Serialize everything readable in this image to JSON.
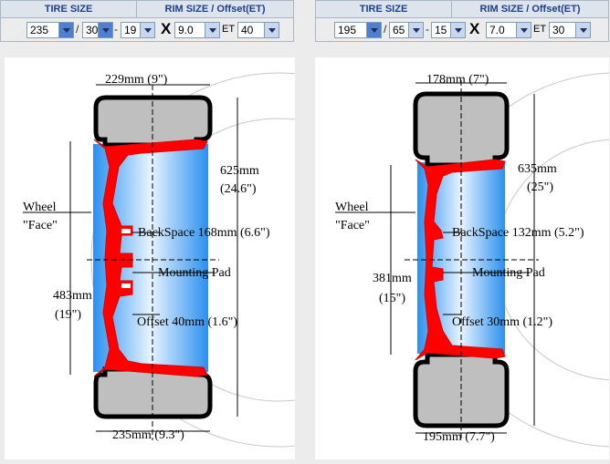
{
  "header": {
    "tire_size_label": "TIRE SIZE",
    "rim_size_label": "RIM SIZE / Offset(ET)"
  },
  "left": {
    "controls": {
      "width": "235",
      "aspect": "30",
      "rim": "19",
      "rim_width": "9.0",
      "offset": "40",
      "sep1": "/",
      "sep2": "-",
      "x": "X",
      "et": "ET"
    },
    "diagram": {
      "top_width": "229mm (9\")",
      "bottom_width": "235mm (9.3\")",
      "height_mm": "625mm",
      "height_in": "(24.6\")",
      "rim_mm": "483mm",
      "rim_in": "(19\")",
      "wheel": "Wheel",
      "face": "\"Face\"",
      "backspace": "BackSpace 168mm (6.6\")",
      "mounting_pad": "Mounting Pad",
      "offset": "Offset 40mm (1.6\")"
    }
  },
  "right": {
    "controls": {
      "width": "195",
      "aspect": "65",
      "rim": "15",
      "rim_width": "7.0",
      "offset": "30",
      "sep1": "/",
      "sep2": "-",
      "x": "X",
      "et": "ET"
    },
    "diagram": {
      "top_width": "178mm (7\")",
      "bottom_width": "195mm (7.7\")",
      "height_mm": "635mm",
      "height_in": "(25\")",
      "rim_mm": "381mm",
      "rim_in": "(15\")",
      "wheel": "Wheel",
      "face": "\"Face\"",
      "backspace": "BackSpace 132mm (5.2\")",
      "mounting_pad": "Mounting Pad",
      "offset": "Offset 30mm (1.2\")"
    }
  },
  "colors": {
    "header_text": "#1c3f8f",
    "rim_red": "#ff0000",
    "tire_gray": "#bfbfbf",
    "rim_blue": "#3ea0f0"
  }
}
